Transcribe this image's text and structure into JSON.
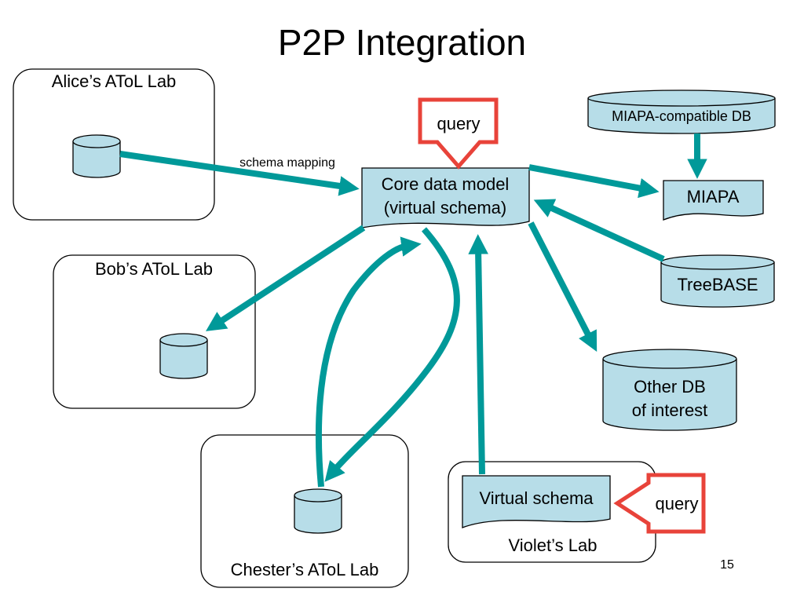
{
  "title": "P2P Integration",
  "page_number": "15",
  "colors": {
    "arrow": "#009999",
    "db_fill": "#b7dde8",
    "query_arrow": "#e8433a"
  },
  "labs": {
    "alice": "Alice’s AToL Lab",
    "bob": "Bob’s AToL Lab",
    "chester": "Chester’s AToL Lab",
    "violet": "Violet’s Lab"
  },
  "core": {
    "line1": "Core data model",
    "line2": "(virtual schema)"
  },
  "schema_mapping": "schema mapping",
  "query_top": "query",
  "query_violet": "query",
  "miapa_compatible_db": "MIAPA-compatible DB",
  "miapa": "MIAPA",
  "treebase": "TreeBASE",
  "other_db": {
    "line1": "Other DB",
    "line2": "of interest"
  },
  "violet_virtual_schema": "Virtual schema"
}
